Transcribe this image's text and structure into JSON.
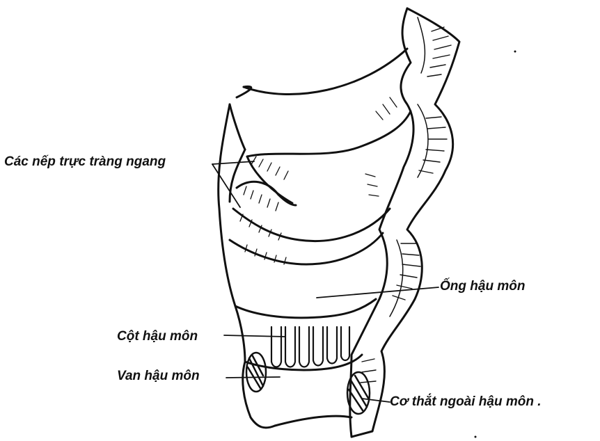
{
  "labels": {
    "folds": "Các nếp trực tràng ngang",
    "canal": "Ống hậu môn",
    "column": "Cột hậu môn",
    "valve": "Van hậu môn",
    "sphincter": "Cơ thắt ngoài hậu môn ."
  },
  "colors": {
    "ink": "#111111",
    "paper": "#ffffff"
  }
}
